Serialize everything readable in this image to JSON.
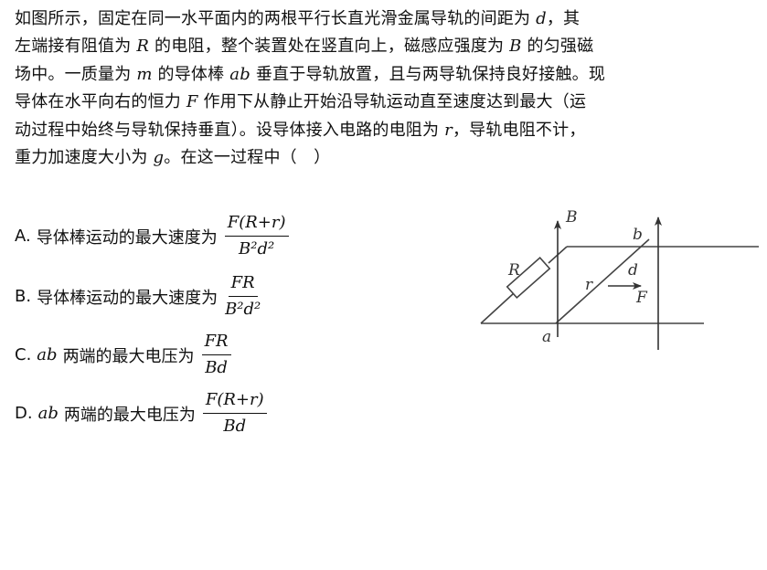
{
  "question": {
    "lines": [
      "如图所示，固定在同一水平面内的两根平行长直光滑金属导轨的间距为",
      "左端接有阻值为",
      "场中。一质量为",
      "导体在水平向右的恒力",
      "动过程中始终与导轨保持垂直）。设导体接入电路的电阻为",
      "重力加速度大小为"
    ],
    "l1_var": "d",
    "l1_end": "，其",
    "l2_var1": "R",
    "l2_mid": "的电阻，整个装置处在竖直向上，磁感应强度为",
    "l2_var2": "B",
    "l2_end": "的匀强磁",
    "l3_var1": "m",
    "l3_mid": "的导体棒",
    "l3_var2": "ab",
    "l3_end": "垂直于导轨放置，且与两导轨保持良好接触。现",
    "l4_var": "F",
    "l4_end": "作用下从静止开始沿导轨运动直至速度达到最大（运",
    "l5_var": "r",
    "l5_end": "，导轨电阻不计，",
    "l6_var": "g",
    "l6_end": "。在这一过程中（　）"
  },
  "options": [
    {
      "letter": "A.",
      "prefix": "",
      "text": "导体棒运动的最大速度为",
      "num": "F(R+r)",
      "den": "B²d²"
    },
    {
      "letter": "B.",
      "prefix": "",
      "text": "导体棒运动的最大速度为",
      "num": "FR",
      "den": "B²d²"
    },
    {
      "letter": "C.",
      "prefix": "ab",
      "text": "两端的最大电压为",
      "num": "FR",
      "den": "Bd"
    },
    {
      "letter": "D.",
      "prefix": "ab",
      "text": "两端的最大电压为",
      "num": "F(R+r)",
      "den": "Bd"
    }
  ],
  "figure": {
    "labels": {
      "B": "B",
      "R": "R",
      "b": "b",
      "d": "d",
      "r": "r",
      "F": "F",
      "a": "a"
    }
  }
}
